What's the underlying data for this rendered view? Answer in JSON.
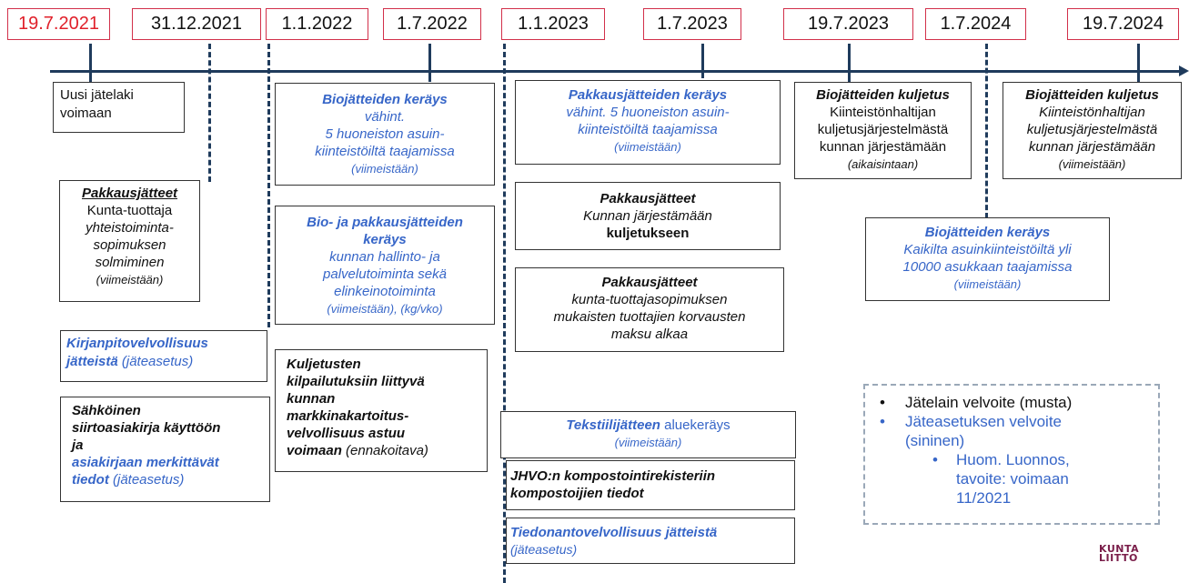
{
  "dates": [
    "19.7.2021",
    "31.12.2021",
    "1.1.2022",
    "1.7.2022",
    "1.1.2023",
    "1.7.2023",
    "19.7.2023",
    "1.7.2024",
    "19.7.2024"
  ],
  "boxes": {
    "uusi_jatelaki": {
      "line1": "Uusi jätelaki",
      "line2": "voimaan"
    },
    "pakkausjatteet_2021": {
      "title": "Pakkausjätteet",
      "l1": "Kunta-tuottaja",
      "l2": "yhteistoiminta-",
      "l3": "sopimuksen",
      "l4": "solmiminen",
      "l5": "(viimeistään)"
    },
    "kirjanpito": {
      "title1": "Kirjanpitovelvollisuus",
      "title2": "jätteistä",
      "note": " (jäteasetus)"
    },
    "sahkoinen": {
      "l1": "Sähköinen",
      "l2": "siirtoasiakirja käyttöön",
      "l3": "ja",
      "l4": "asiakirjaan merkittävät",
      "l5": "tiedot",
      "note": " (jäteasetus)"
    },
    "biojatteet_2022": {
      "title": "Biojätteiden keräys",
      "l1": "vähint.",
      "l2": "5 huoneiston asuin-",
      "l3": "kiinteistöiltä taajamissa",
      "l4": "(viimeistään)"
    },
    "biopakkaus_2022": {
      "title1": "Bio- ja pakkausjätteiden",
      "title2": "keräys",
      "l1": "kunnan hallinto- ja",
      "l2": "palvelutoiminta sekä",
      "l3": "elinkeinotoiminta",
      "l4": "(viimeistään),  (kg/vko)"
    },
    "kuljetusten": {
      "l1": "Kuljetusten",
      "l2": "kilpailutuksiin liittyvä",
      "l3": "kunnan",
      "l4": "markkinakartoitus-",
      "l5": "velvollisuus astuu",
      "l6": "voimaan",
      "note": " (ennakoitava)"
    },
    "pakkaus_2023a": {
      "title": "Pakkausjätteiden keräys",
      "l1": "vähint. 5 huoneiston asuin-",
      "l2": "kiinteistöiltä taajamissa",
      "l3": "(viimeistään)"
    },
    "pakkaus_2023b": {
      "title": "Pakkausjätteet",
      "l1": "Kunnan järjestämään",
      "l2": "kuljetukseen"
    },
    "pakkaus_2023c": {
      "title": "Pakkausjätteet",
      "l1": "kunta-tuottajasopimuksen",
      "l2": "mukaisten tuottajien korvausten",
      "l3": "maksu alkaa"
    },
    "tekstiili": {
      "title": "Tekstiilijätteen",
      "rest": " aluekeräys",
      "l1": "(viimeistään)"
    },
    "jhvo": {
      "l1": "JHVO:n kompostointirekisteriin",
      "l2": "kompostoijien tiedot"
    },
    "tiedonanto": {
      "title": "Tiedonantovelvollisuus jätteistä",
      "note": "(jäteasetus)"
    },
    "bioj_kulj_2023": {
      "title": "Biojätteiden kuljetus",
      "l1": "Kiinteistönhaltijan",
      "l2": "kuljetusjärjestelmästä",
      "l3": "kunnan järjestämään",
      "l4": "(aikaisintaan)"
    },
    "bioj_kulj_2024": {
      "title": "Biojätteiden kuljetus",
      "l1": "Kiinteistönhaltijan",
      "l2": "kuljetusjärjestelmästä",
      "l3": "kunnan järjestämään",
      "l4": "(viimeistään)"
    },
    "biojat_2024": {
      "title": "Biojätteiden keräys",
      "l1": "Kaikilta  asuinkiinteistöiltä yli",
      "l2": "10000 asukkaan taajamissa",
      "l3": "(viimeistään)"
    }
  },
  "legend": {
    "bullet": "•",
    "item1": "Jätelain velvoite (musta)",
    "item2a": "Jäteasetuksen velvoite",
    "item2b": "(sininen)",
    "sub1": "Huom. Luonnos,",
    "sub2": "tavoite: voimaan",
    "sub3": "11/2021"
  },
  "logo": {
    "line1": "KUNTA",
    "line2": "LIITTO"
  },
  "colors": {
    "date_border": "#d2304a",
    "first_date_text": "#e0202a",
    "axis": "#1f3b5c",
    "blue_text": "#3766c8",
    "logo": "#7a1e4a"
  }
}
